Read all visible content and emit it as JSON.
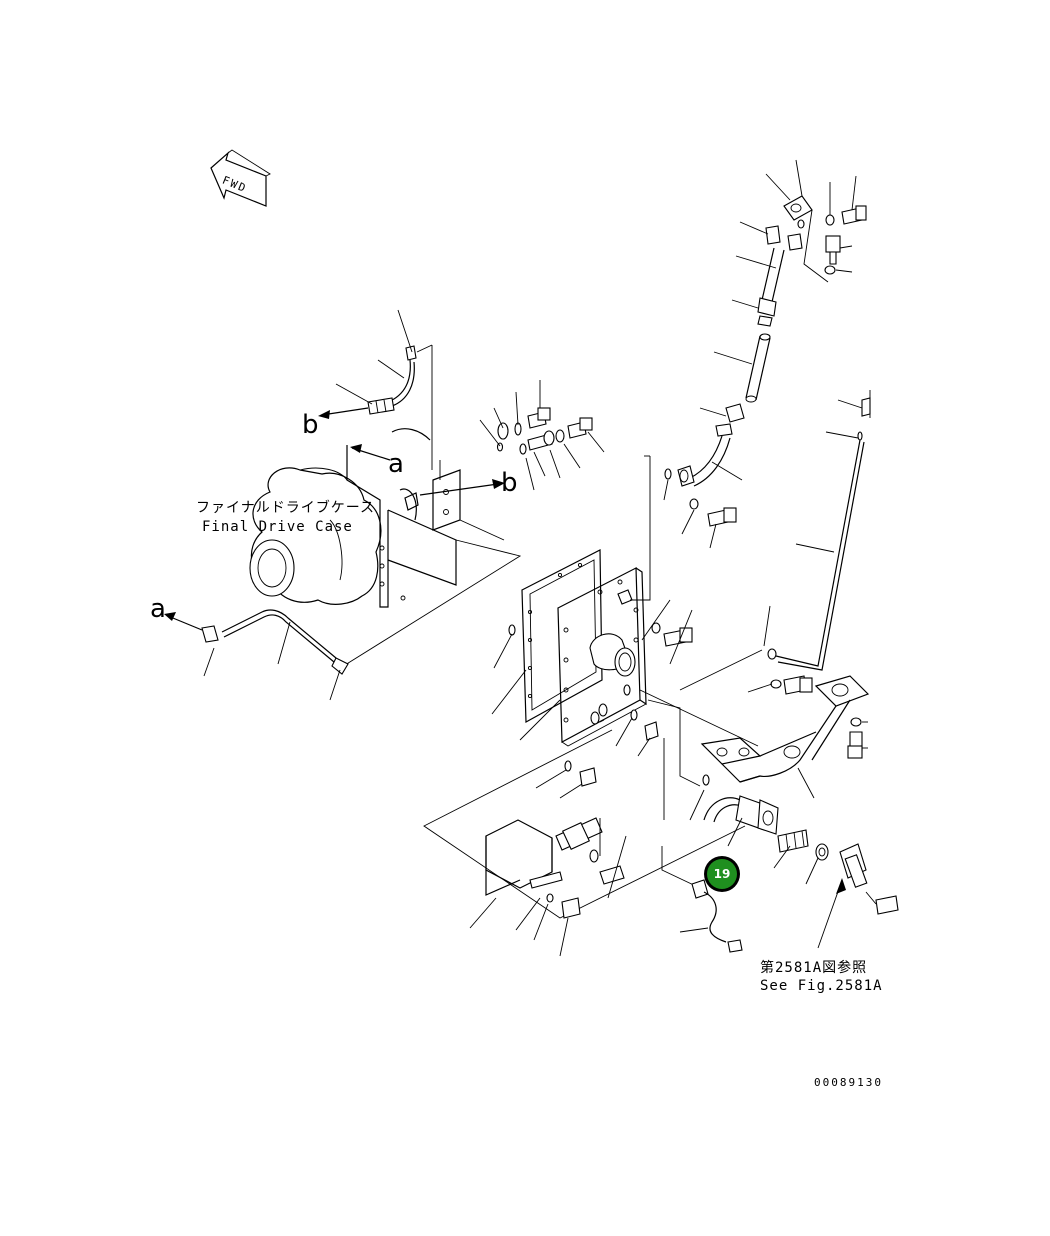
{
  "fwd_label": "FWD",
  "ref_letters": {
    "a": "a",
    "b": "b"
  },
  "final_drive_case": {
    "jp": "ファイナルドライブケース",
    "en": "Final Drive Case"
  },
  "see_fig": {
    "jp": "第2581A図参照",
    "en": "See Fig.2581A"
  },
  "drawing_number": "00089130",
  "callout": {
    "number": "19",
    "color": "#1f8f1f"
  }
}
